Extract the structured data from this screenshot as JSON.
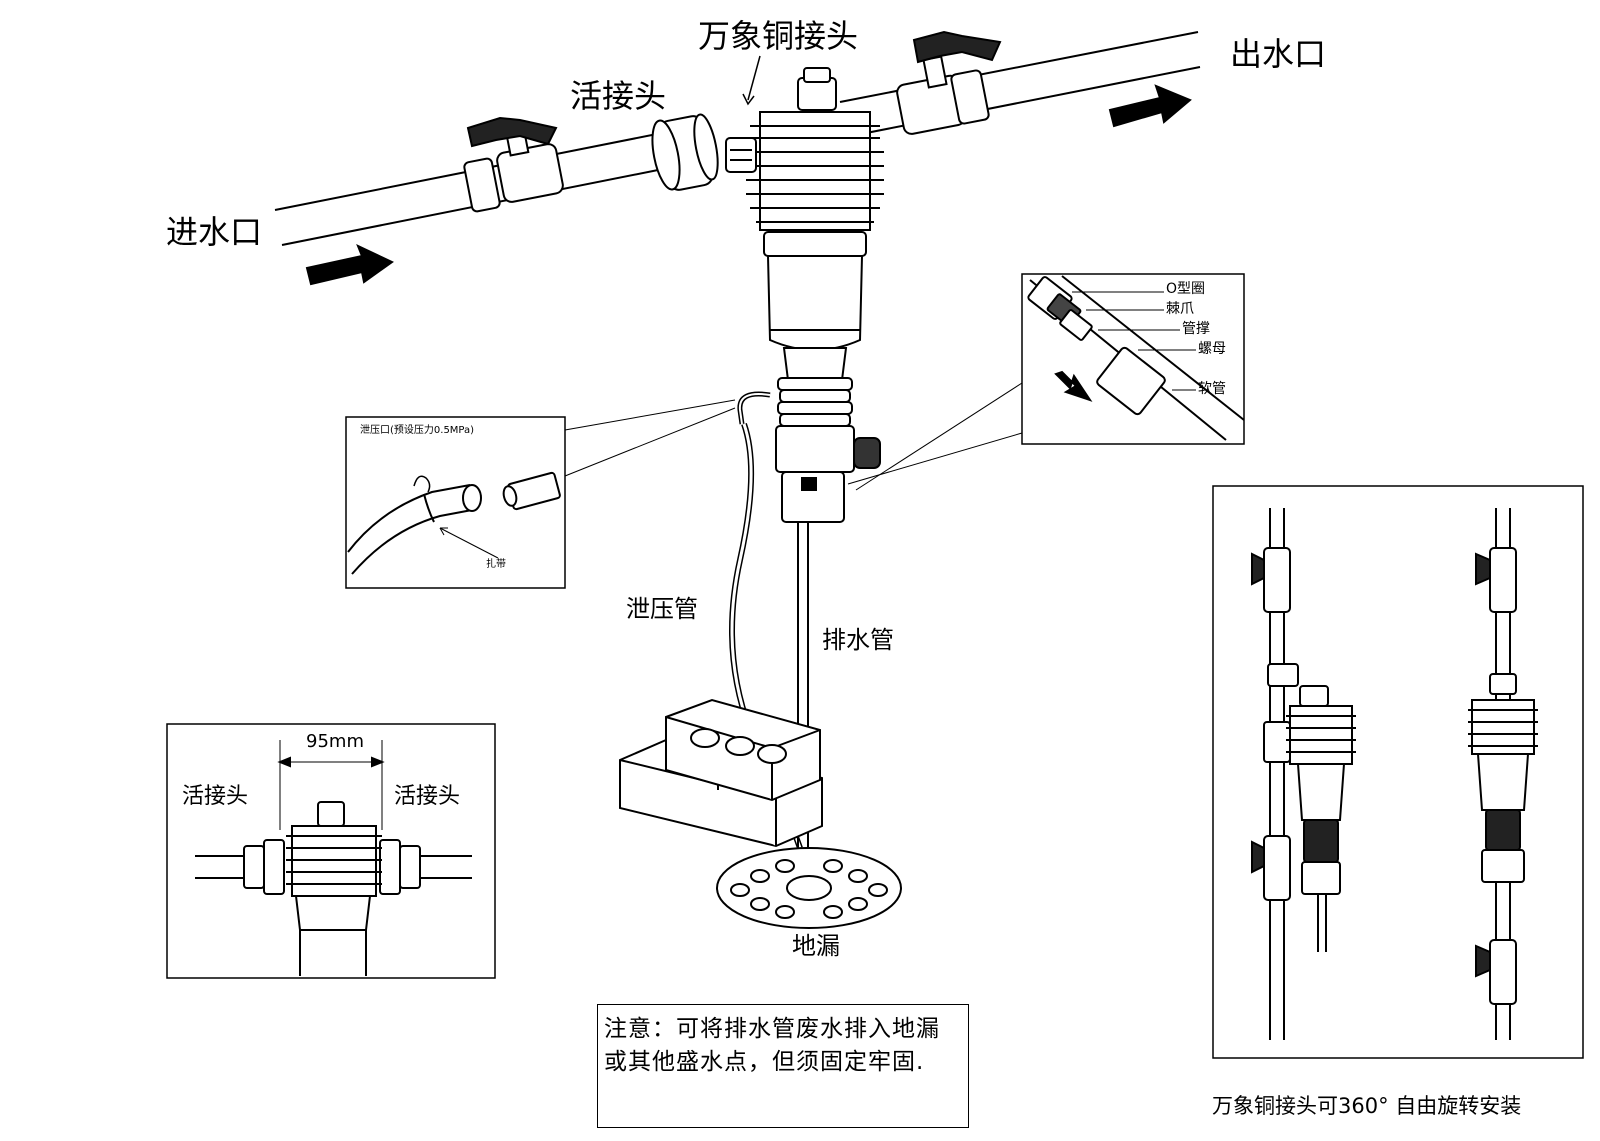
{
  "labels": {
    "brass_universal_joint": "万象铜接头",
    "union_joint": "活接头",
    "water_outlet": "出水口",
    "water_inlet": "进水口",
    "relief_tube": "泄压管",
    "drain_tube": "排水管",
    "floor_drain": "地漏"
  },
  "relief_inset": {
    "relief_port": "泄压口(预设压力0.5MPa)",
    "cable_tie": "扎带"
  },
  "fitting_inset": {
    "o_ring": "O型圈",
    "claw": "棘爪",
    "tube_support": "管撑",
    "nut": "螺母",
    "hose": "软管"
  },
  "dimension_inset": {
    "dimension": "95mm",
    "union_left": "活接头",
    "union_right": "活接头"
  },
  "note": "注意：可将排水管废水排入地漏或其他盛水点，但须固定牢固.",
  "rotation_caption": "万象铜接头可360° 自由旋转安装"
}
